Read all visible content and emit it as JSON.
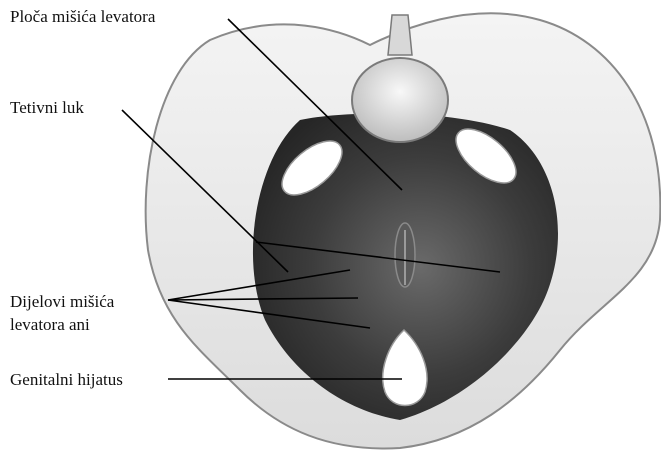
{
  "labels": {
    "ploca": "Ploča mišića levatora",
    "tetivni": "Tetivni luk",
    "dijelovi_line1": "Dijelovi mišića",
    "dijelovi_line2": "levatora ani",
    "genitalni": "Genitalni hijatus"
  }
}
